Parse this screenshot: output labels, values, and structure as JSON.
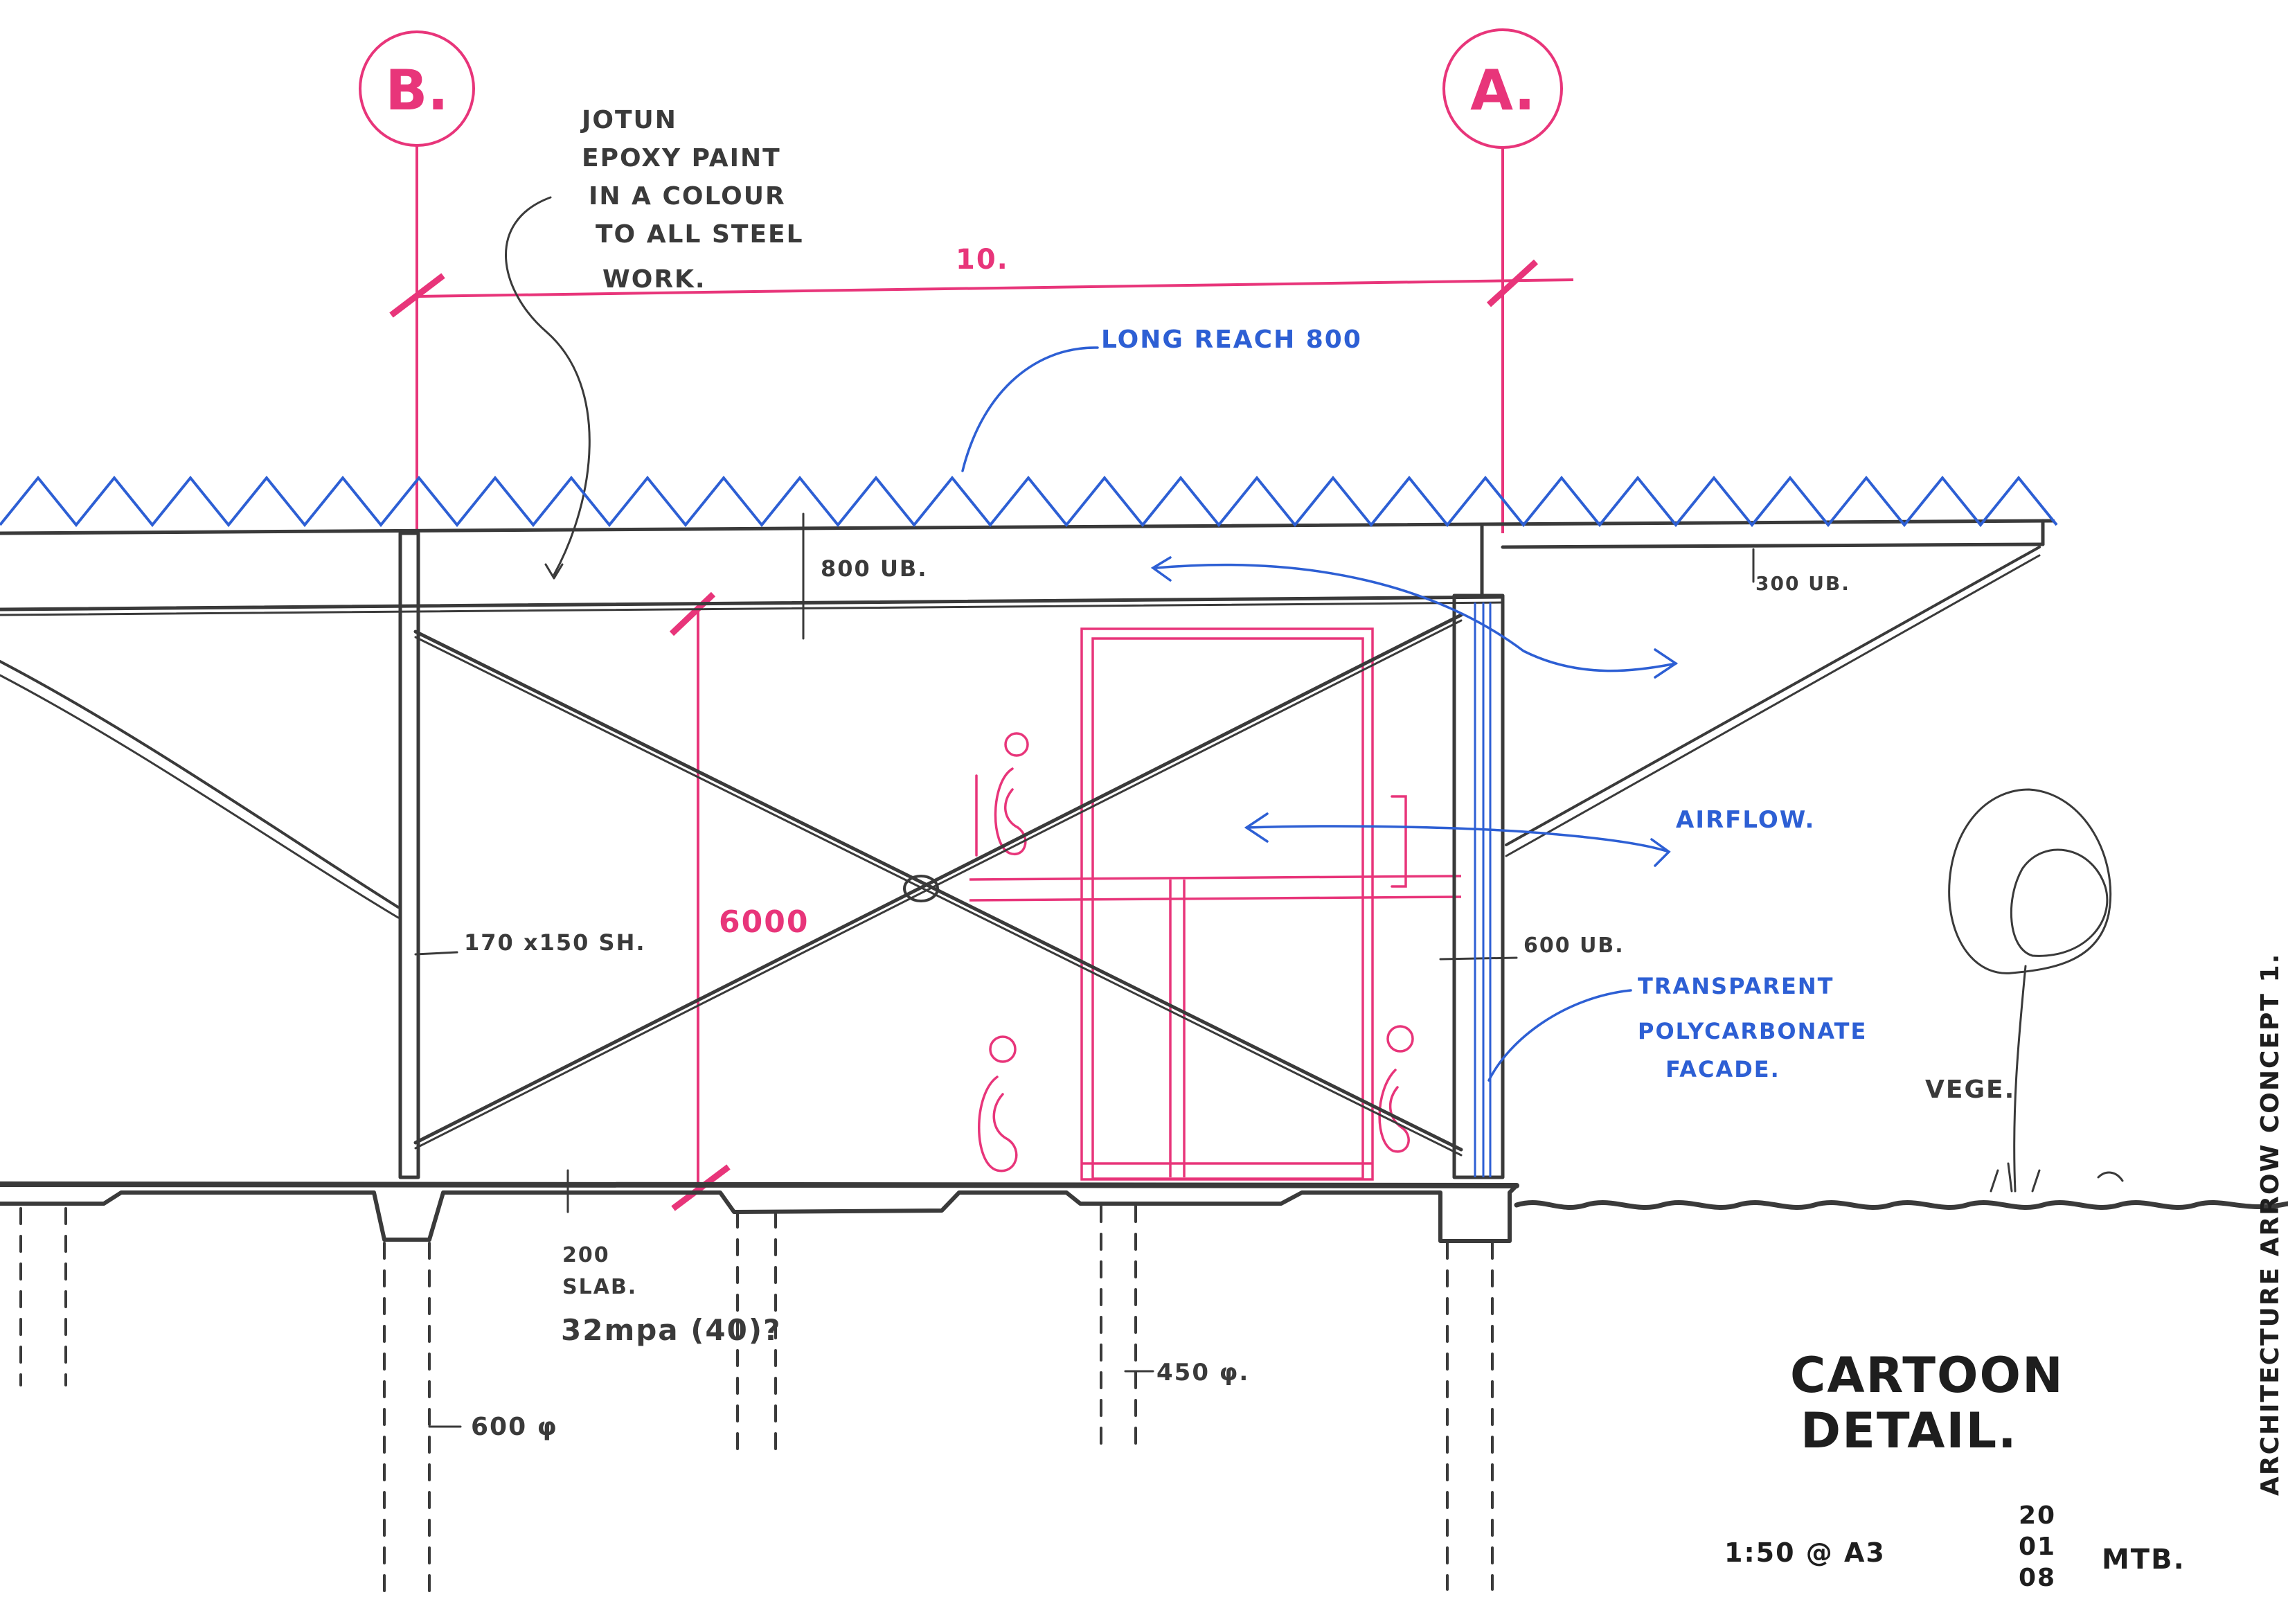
{
  "colors": {
    "pencil": "#3a3a3a",
    "grid_pink": "#e8357a",
    "blue": "#2d5fd4",
    "paper": "#ffffff"
  },
  "gridlines": [
    {
      "label": "B."
    },
    {
      "label": "A."
    }
  ],
  "notes": {
    "paint": [
      "JOTUN",
      "EPOXY PAINT",
      "IN A COLOUR",
      "TO ALL STEEL",
      "WORK."
    ],
    "roof": "LONG REACH 800",
    "beam_main": "800 UB.",
    "beam_cantilever": "300 UB.",
    "column": "170 x150 SH.",
    "beam_600": "600 UB.",
    "airflow": "AIRFLOW.",
    "facade": [
      "TRANSPARENT",
      "POLYCARBONATE",
      "FACADE."
    ],
    "vege": "VEGE.",
    "slab": [
      "200",
      "SLAB.",
      "32mpa (40)?"
    ],
    "pile_600": "600 φ",
    "pile_450": "450 φ.",
    "span_dim": "10.",
    "height_dim": "6000"
  },
  "title_block": {
    "title_line1": "CARTOON",
    "title_line2": "DETAIL.",
    "scale": "1:50 @ A3",
    "date": [
      "20",
      "01",
      "08"
    ],
    "initials": "MTB.",
    "side_text": "ARCHITECTURE ARROW CONCEPT 1."
  }
}
